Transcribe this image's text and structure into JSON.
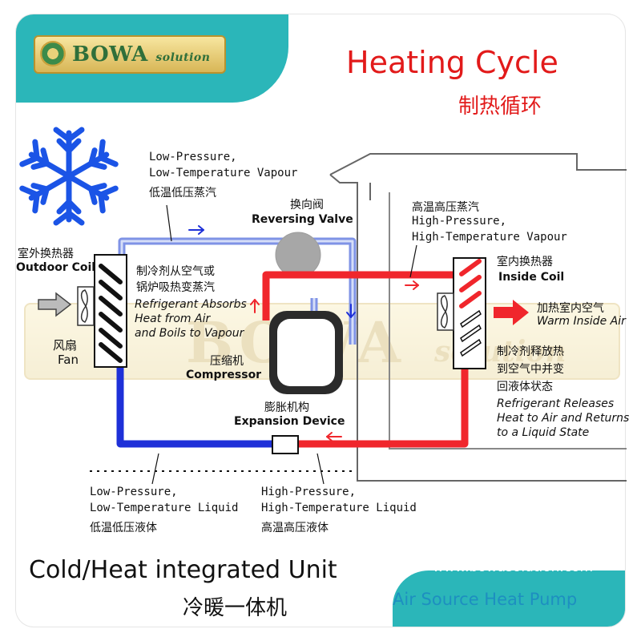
{
  "title": "Heating Cycle",
  "title_cn": "制热循环",
  "brand": {
    "name": "BOWA",
    "suffix": "solution"
  },
  "watermark": {
    "name": "BOWA",
    "suffix": "solution"
  },
  "labels": {
    "low_vapour_en1": "Low-Pressure,",
    "low_vapour_en2": "Low-Temperature Vapour",
    "low_vapour_cn": "低温低压蒸汽",
    "reversing_cn": "换向阀",
    "reversing_en": "Reversing Valve",
    "high_vapour_cn": "高温高压蒸汽",
    "high_vapour_en1": "High-Pressure,",
    "high_vapour_en2": "High-Temperature Vapour",
    "outdoor_cn": "室外换热器",
    "outdoor_en": "Outdoor Coil",
    "absorb_cn1": "制冷剂从空气或",
    "absorb_cn2": "锅炉吸热变蒸汽",
    "absorb_en1": "Refrigerant Absorbs",
    "absorb_en2": "Heat from Air",
    "absorb_en3": "and Boils to Vapour",
    "fan_cn": "风扇",
    "fan_en": "Fan",
    "compressor_cn": "压缩机",
    "compressor_en": "Compressor",
    "expansion_cn": "膨胀机构",
    "expansion_en": "Expansion Device",
    "inside_cn": "室内换热器",
    "inside_en": "Inside Coil",
    "warm_cn": "加热室内空气",
    "warm_en": "Warm Inside Air",
    "release_cn1": "制冷剂释放热",
    "release_cn2": "到空气中并变",
    "release_cn3": "回液体状态",
    "release_en1": "Refrigerant Releases",
    "release_en2": "Heat to Air and Returns",
    "release_en3": "to a Liquid State",
    "low_liquid_en1": "Low-Pressure,",
    "low_liquid_en2": "Low-Temperature Liquid",
    "low_liquid_cn": "低温低压液体",
    "high_liquid_en1": "High-Pressure,",
    "high_liquid_en2": "High-Temperature Liquid",
    "high_liquid_cn": "高温高压液体"
  },
  "footer": {
    "unit_title": "Cold/Heat integrated Unit",
    "unit_title_cn": "冷暖一体机",
    "url": "www.bowasolution.com",
    "product": "Air Source Heat Pump"
  },
  "colors": {
    "hot_line": "#f0262c",
    "cold_line": "#1e30d8",
    "vapour_line": "#7f93e6",
    "accent": "#2bb6b9",
    "title_red": "#e21a1a",
    "snowflake": "#1b54e6"
  }
}
